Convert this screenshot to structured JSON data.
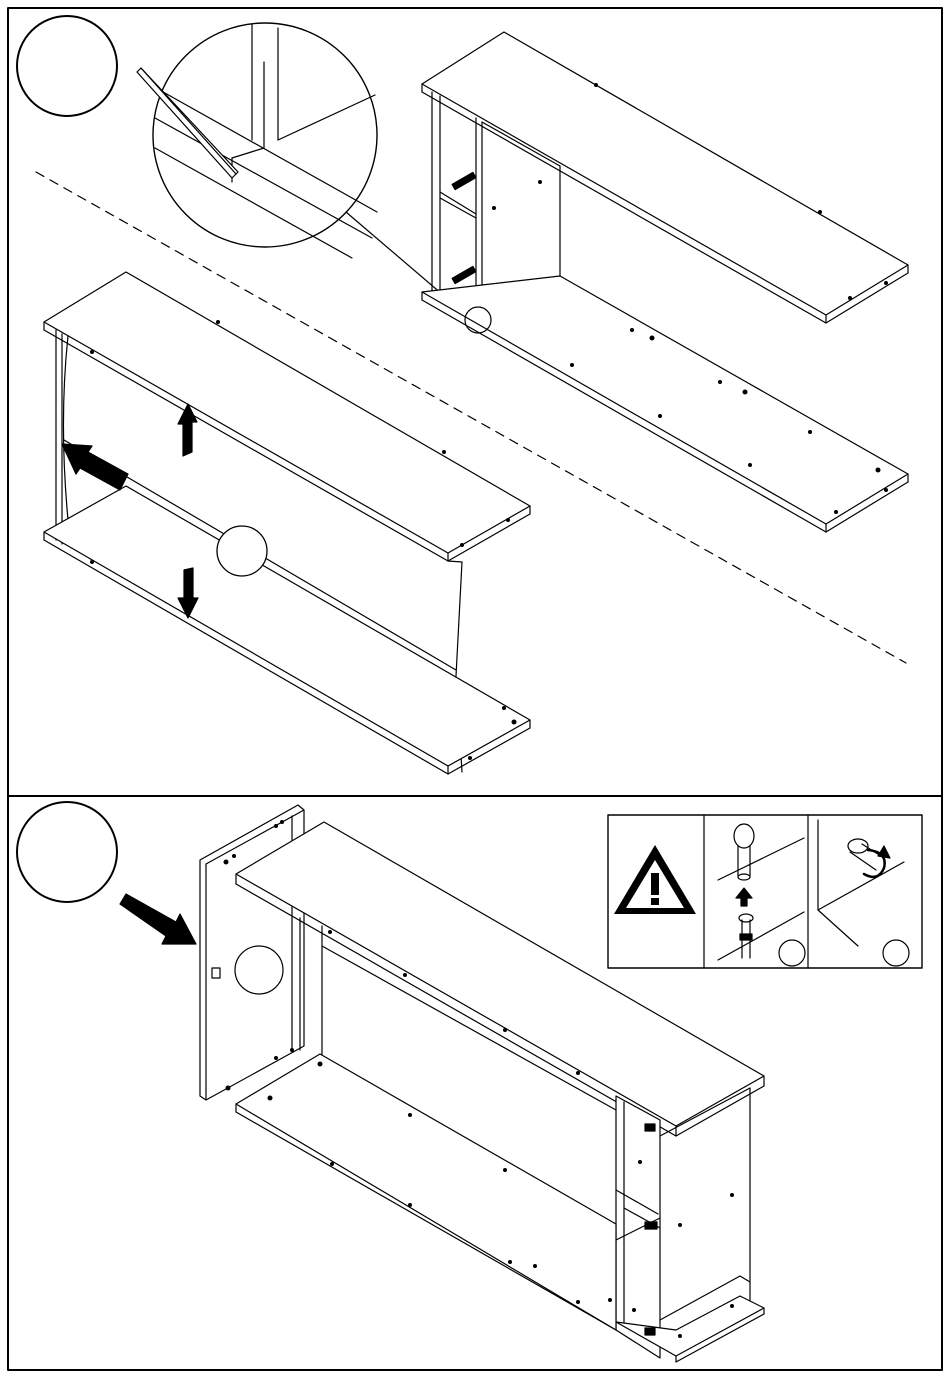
{
  "steps": [
    {
      "step_number": "",
      "items": [
        "step-marker",
        "zoom-detail-back-panel-groove",
        "cabinet-carcass-upright",
        "back-panel-flexed-insertion"
      ],
      "hardware_marker": ""
    },
    {
      "step_number": "",
      "items": [
        "step-marker",
        "side-panel-attach",
        "cabinet-carcass",
        "cam-lock-warning-inset"
      ],
      "hardware_marker": ""
    }
  ],
  "warning_inset": {
    "icon": "warning-triangle-exclamation-icon",
    "panels": [
      "insert-dowel-pin",
      "tighten-cam-lock"
    ],
    "part_markers": [
      "",
      ""
    ]
  },
  "colors": {
    "line": "#000000",
    "background": "#ffffff"
  }
}
